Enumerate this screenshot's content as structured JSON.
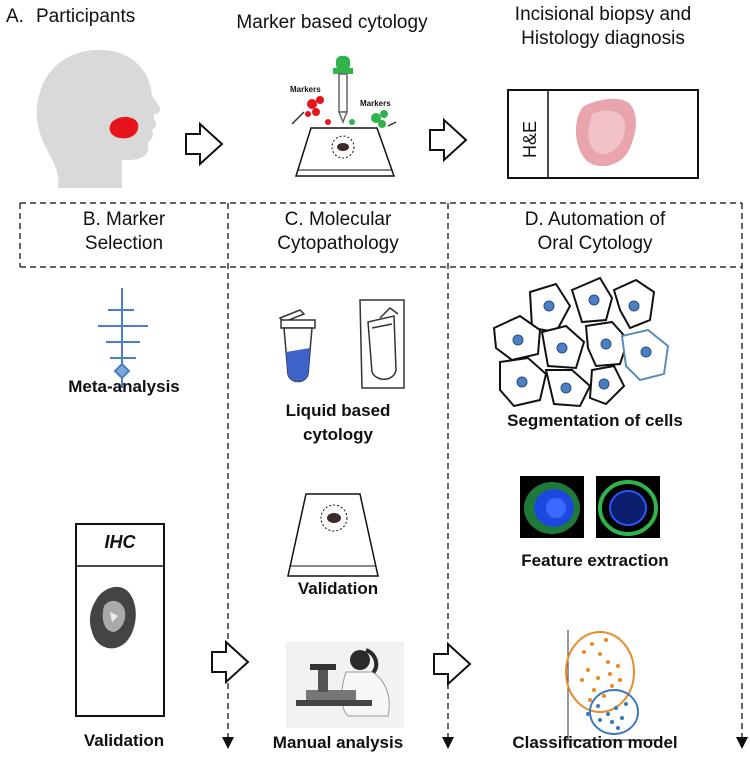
{
  "header": {
    "panel_a_letter": "A.",
    "participants": "Participants",
    "marker_cytology": "Marker based cytology",
    "biopsy_line1": "Incisional biopsy and",
    "biopsy_line2": "Histology diagnosis",
    "markers_left": "Markers",
    "markers_right": "Markers",
    "he_label": "H&E"
  },
  "columns": {
    "b_line1": "B. Marker",
    "b_line2": "Selection",
    "c_line1": "C. Molecular",
    "c_line2": "Cytopathology",
    "d_line1": "D. Automation of",
    "d_line2": "Oral Cytology"
  },
  "steps": {
    "meta_analysis": "Meta-analysis",
    "ihc_label": "IHC",
    "validation_b": "Validation",
    "liquid_line1": "Liquid based",
    "liquid_line2": "cytology",
    "validation_c": "Validation",
    "manual_analysis": "Manual analysis",
    "segmentation": "Segmentation of cells",
    "feature_extraction": "Feature extraction",
    "classification": "Classification model"
  },
  "colors": {
    "lesion": "#e8141b",
    "blue_marker": "#4a7fc1",
    "green_marker": "#2fb34a",
    "he_tissue": "#e8a5ad",
    "scatter_orange": "#e88a2a",
    "scatter_blue": "#3a78b8",
    "head": "#d9d9d9"
  },
  "icons": {
    "arrow": "hollow-right-arrow",
    "head": "head-profile-icon",
    "dropper": "dropper-icon",
    "slide": "glass-slide-icon",
    "tube": "sample-tube-icon",
    "microscope_user": "microscope-user-icon"
  }
}
